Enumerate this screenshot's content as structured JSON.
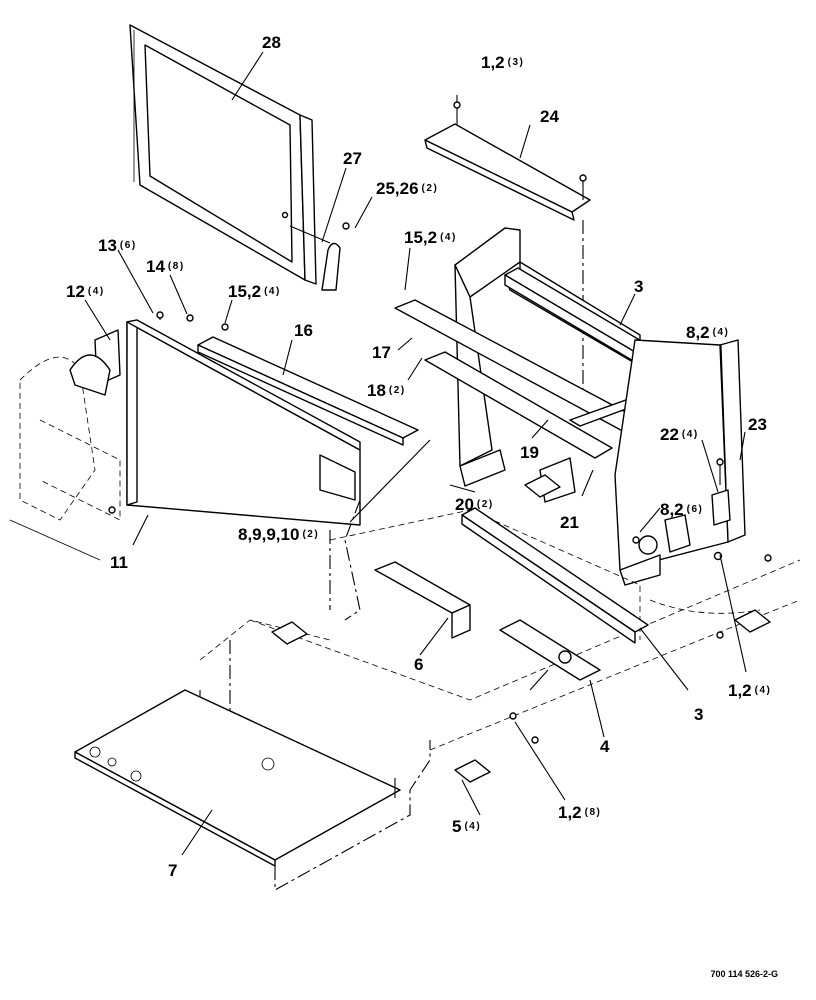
{
  "drawing": {
    "number": "700 114 526-2-G",
    "callouts": [
      {
        "id": "c28",
        "label": "28",
        "qty": ""
      },
      {
        "id": "c1-2-3",
        "label": "1,2",
        "qty": "(3)"
      },
      {
        "id": "c24",
        "label": "24",
        "qty": ""
      },
      {
        "id": "c27",
        "label": "27",
        "qty": ""
      },
      {
        "id": "c25-26",
        "label": "25,26",
        "qty": "(2)"
      },
      {
        "id": "c15-2-a",
        "label": "15,2",
        "qty": "(4)"
      },
      {
        "id": "c13",
        "label": "13",
        "qty": "(6)"
      },
      {
        "id": "c14",
        "label": "14",
        "qty": "(8)"
      },
      {
        "id": "c12",
        "label": "12",
        "qty": "(4)"
      },
      {
        "id": "c15-2-b",
        "label": "15,2",
        "qty": "(4)"
      },
      {
        "id": "c16",
        "label": "16",
        "qty": ""
      },
      {
        "id": "c3-a",
        "label": "3",
        "qty": ""
      },
      {
        "id": "c17",
        "label": "17",
        "qty": ""
      },
      {
        "id": "c8-2-4",
        "label": "8,2",
        "qty": "(4)"
      },
      {
        "id": "c18",
        "label": "18",
        "qty": "(2)"
      },
      {
        "id": "c23",
        "label": "23",
        "qty": ""
      },
      {
        "id": "c22",
        "label": "22",
        "qty": "(4)"
      },
      {
        "id": "c19",
        "label": "19",
        "qty": ""
      },
      {
        "id": "c20",
        "label": "20",
        "qty": "(2)"
      },
      {
        "id": "c8-2-6",
        "label": "8,2",
        "qty": "(6)"
      },
      {
        "id": "c21",
        "label": "21",
        "qty": ""
      },
      {
        "id": "c8-9-10",
        "label": "8,9,9,10",
        "qty": "(2)"
      },
      {
        "id": "c11",
        "label": "11",
        "qty": ""
      },
      {
        "id": "c6",
        "label": "6",
        "qty": ""
      },
      {
        "id": "c3-b",
        "label": "3",
        "qty": ""
      },
      {
        "id": "c1-2-4",
        "label": "1,2",
        "qty": "(4)"
      },
      {
        "id": "c4",
        "label": "4",
        "qty": ""
      },
      {
        "id": "c1-2-8",
        "label": "1,2",
        "qty": "(8)"
      },
      {
        "id": "c5",
        "label": "5",
        "qty": "(4)"
      },
      {
        "id": "c7",
        "label": "7",
        "qty": ""
      }
    ]
  }
}
